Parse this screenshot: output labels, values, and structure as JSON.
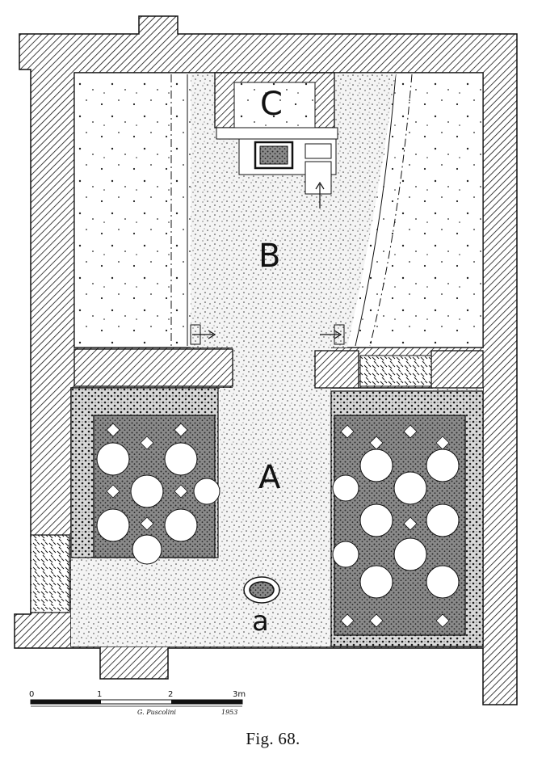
{
  "labels": {
    "room_a": "A",
    "room_b": "B",
    "room_c": "C",
    "drain": "a"
  },
  "scale": {
    "ticks": [
      "0",
      "1",
      "2",
      "3m"
    ],
    "signature": "G. Puscolini",
    "year": "1953"
  },
  "caption": "Fig. 68."
}
